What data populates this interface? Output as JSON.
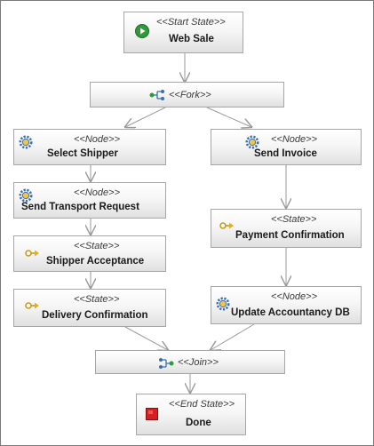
{
  "nodes": {
    "web_sale": {
      "stereotype": "<<Start State>>",
      "label": "Web Sale"
    },
    "fork": {
      "stereotype": "<<Fork>>"
    },
    "select_shipper": {
      "stereotype": "<<Node>>",
      "label": "Select Shipper"
    },
    "send_invoice": {
      "stereotype": "<<Node>>",
      "label": "Send Invoice"
    },
    "send_transport_request": {
      "stereotype": "<<Node>>",
      "label": "Send Transport Request"
    },
    "payment_confirmation": {
      "stereotype": "<<State>>",
      "label": "Payment Confirmation"
    },
    "shipper_acceptance": {
      "stereotype": "<<State>>",
      "label": "Shipper Acceptance"
    },
    "delivery_confirmation": {
      "stereotype": "<<State>>",
      "label": "Delivery Confirmation"
    },
    "update_accountancy_db": {
      "stereotype": "<<Node>>",
      "label": "Update Accountancy DB"
    },
    "join": {
      "stereotype": "<<Join>>"
    },
    "done": {
      "stereotype": "<<End State>>",
      "label": "Done"
    }
  },
  "icons": {
    "start": "play-icon",
    "fork": "fork-icon",
    "node": "gear-icon",
    "state": "state-arrow-icon",
    "join": "join-icon",
    "end": "stop-icon"
  },
  "colors": {
    "start_icon": "#2f9a3a",
    "end_icon": "#d42020",
    "gear_icon": "#3a6fb0",
    "state_icon": "#e0b020",
    "node_border": "#a6a6a6",
    "arrow": "#9a9a9a"
  }
}
